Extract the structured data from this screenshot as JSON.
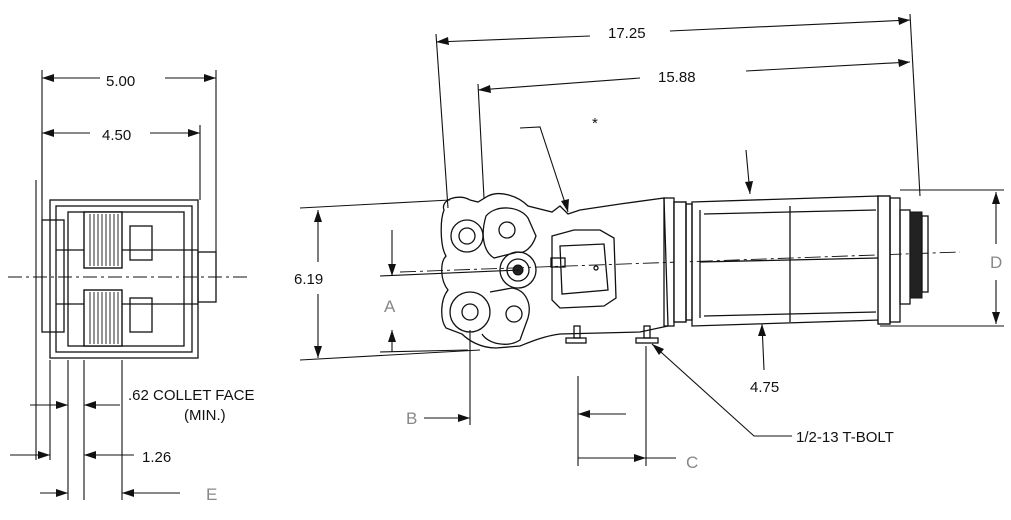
{
  "dimensions": {
    "d_17_25": "17.25",
    "d_15_88": "15.88",
    "d_5_00": "5.00",
    "d_4_50": "4.50",
    "d_6_19": "6.19",
    "d_4_75": "4.75",
    "d_1_26": "1.26",
    "d_62": ".62 COLLET FACE",
    "d_min": "(MIN.)"
  },
  "callouts": {
    "tbolt": "1/2-13 T-BOLT",
    "asterisk": "*"
  },
  "letters": {
    "A": "A",
    "B": "B",
    "C": "C",
    "D": "D",
    "E": "E"
  }
}
